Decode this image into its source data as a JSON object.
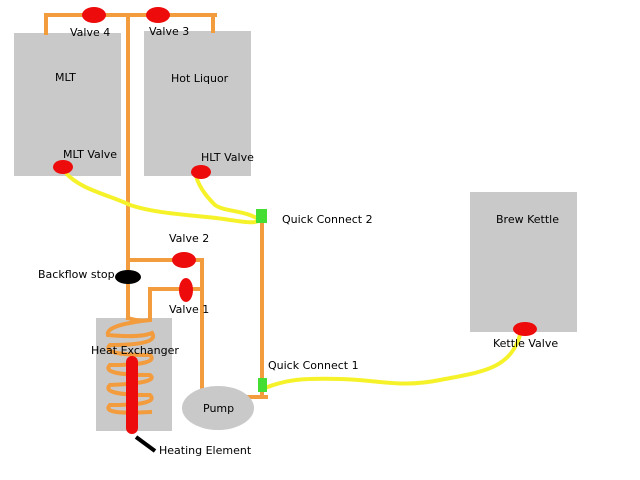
{
  "diagram": {
    "tanks": {
      "mlt": "MLT",
      "hot_liquor": "Hot Liquor",
      "brew_kettle": "Brew Kettle"
    },
    "valves": {
      "valve4": "Valve 4",
      "valve3": "Valve 3",
      "valve2": "Valve 2",
      "valve1": "Valve 1",
      "mlt_valve": "MLT Valve",
      "hlt_valve": "HLT Valve",
      "kettle_valve": "Kettle Valve"
    },
    "connectors": {
      "quick_connect_2": "Quick Connect 2",
      "quick_connect_1": "Quick Connect 1"
    },
    "components": {
      "backflow_stop": "Backflow stop",
      "heat_exchanger": "Heat Exchanger",
      "pump": "Pump",
      "heating_element": "Heating Element"
    },
    "colors": {
      "pipe": "#f39c3e",
      "hose": "#f6f22a",
      "valve": "#ee0b0b",
      "quick_connect": "#44dd33",
      "tank": "#c9c9c9",
      "backflow": "#000000"
    }
  }
}
